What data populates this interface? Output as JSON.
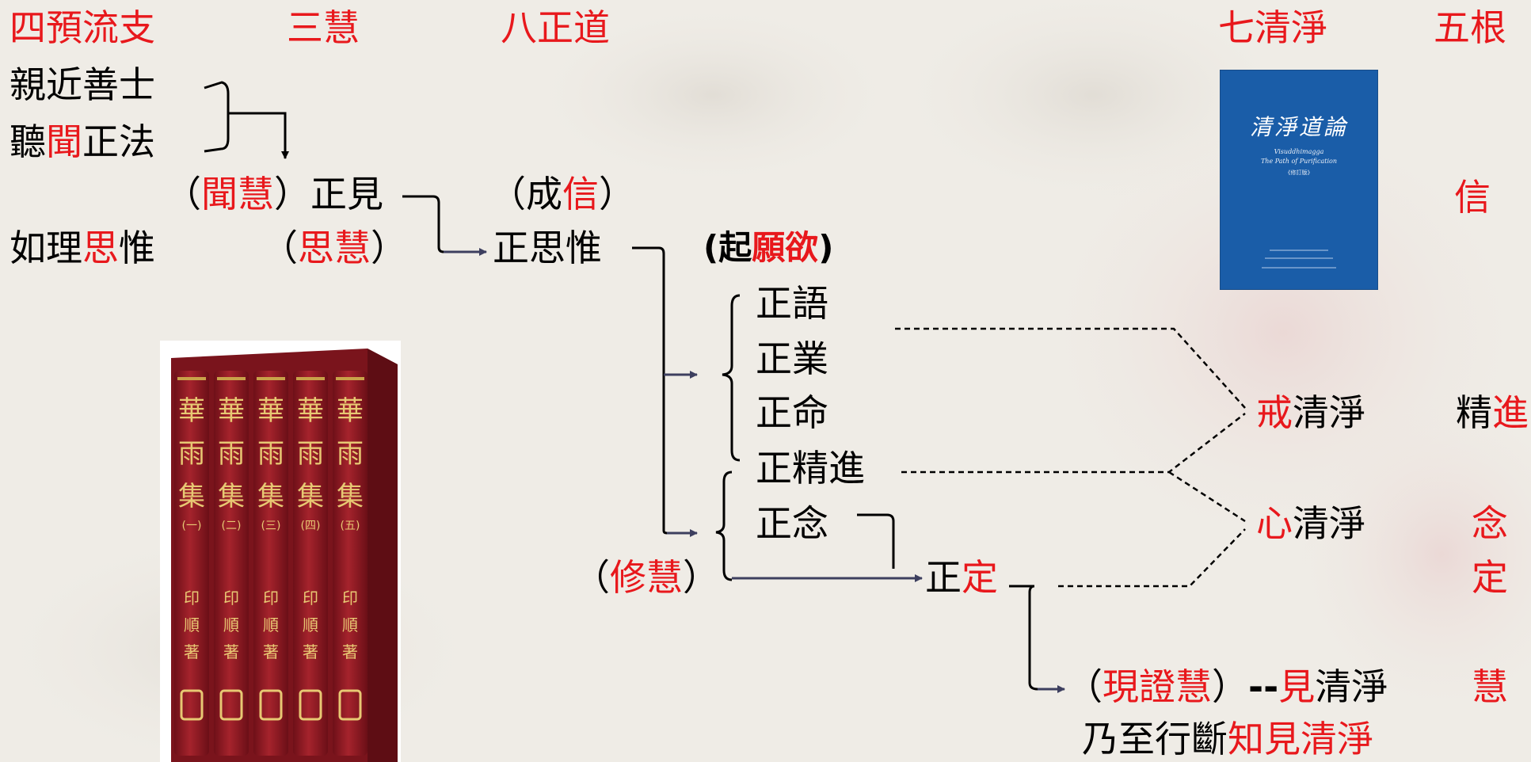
{
  "headers": {
    "col1": "四預流支",
    "col2": "三慧",
    "col3": "八正道",
    "col4": "七清淨",
    "col5": "五根"
  },
  "row_qinjin": "親近善士",
  "row_ting": {
    "a": "聽",
    "b": "聞",
    "c": "正法"
  },
  "wenhui": {
    "open": "（",
    "red": "聞慧",
    "close": "）",
    "tail": "正見"
  },
  "chengxin": {
    "open": "（成",
    "red": "信",
    "close": "）"
  },
  "rulisiwei": {
    "a": "如理",
    "b": "思",
    "c": "惟"
  },
  "sihui": {
    "open": "（",
    "red": "思慧",
    "close": "）"
  },
  "zhengsiwei": "正思惟",
  "qiyuanyu": {
    "open": "(起",
    "red": "願欲",
    "close": ")"
  },
  "eightfold": {
    "zhengyu": "正語",
    "zhengye": "正業",
    "zhengming": "正命",
    "zhengjingjin": "正精進",
    "zhengnian": "正念",
    "zhengding": {
      "a": "正",
      "b": "定"
    }
  },
  "xiuhui": {
    "open": "（",
    "red": "修慧",
    "close": "）"
  },
  "purifications": {
    "jie": {
      "red": "戒",
      "tail": "清淨"
    },
    "xin": {
      "red": "心",
      "tail": "清淨"
    },
    "xianzheng": {
      "open": "（",
      "red": "現證慧",
      "close": "）",
      "dash": "--",
      "red2": "見",
      "tail": "清淨"
    },
    "naizhi": {
      "a": "乃至行斷",
      "red": "知見清淨"
    }
  },
  "five_roots": {
    "xin": "信",
    "jingjin": {
      "a": "精",
      "b": "進"
    },
    "nian": "念",
    "ding": "定",
    "hui": "慧"
  },
  "blue_book": {
    "title": "清淨道論",
    "subtitle1": "Visuddhimagga",
    "subtitle2": "The Path of Purification",
    "edition": "《修訂版》"
  },
  "red_books": {
    "spine_title": [
      "華",
      "雨",
      "集"
    ],
    "volumes": [
      "(一)",
      "(二)",
      "(三)",
      "(四)",
      "(五)"
    ],
    "author": [
      "印",
      "順",
      "著"
    ]
  },
  "colors": {
    "accent_red": "#e8181c",
    "text": "#000000",
    "arrow_navy": "#3d3f5f",
    "background": "#efece6",
    "book_blue": "#1a5da8",
    "book_red": "#8a1a22"
  }
}
